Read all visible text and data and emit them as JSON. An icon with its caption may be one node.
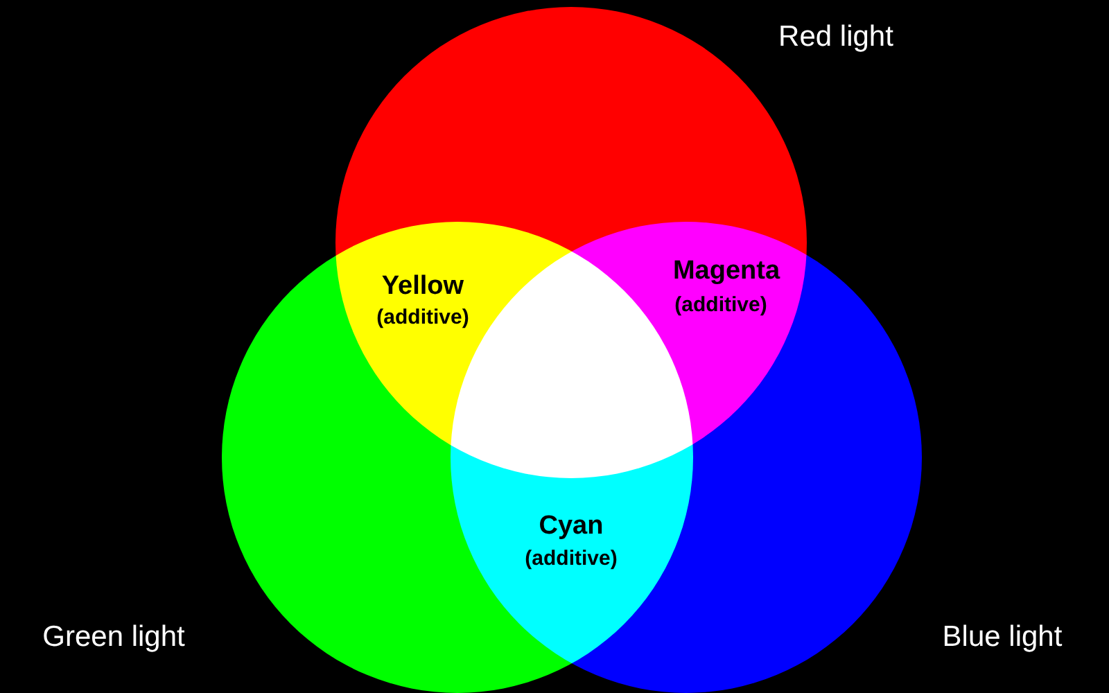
{
  "diagram": {
    "nodes": [
      {
        "text": [],
        "shape": "circle",
        "beside": [
          "Red light"
        ]
      },
      {
        "text": [],
        "shape": "circle",
        "beside": [
          "Green light"
        ]
      },
      {
        "text": [],
        "shape": "circle",
        "beside": [
          "Blue light"
        ]
      }
    ],
    "labels": [
      "Yellow",
      "(additive)",
      "Magenta",
      "(additive)",
      "Cyan",
      "(additive)"
    ]
  }
}
